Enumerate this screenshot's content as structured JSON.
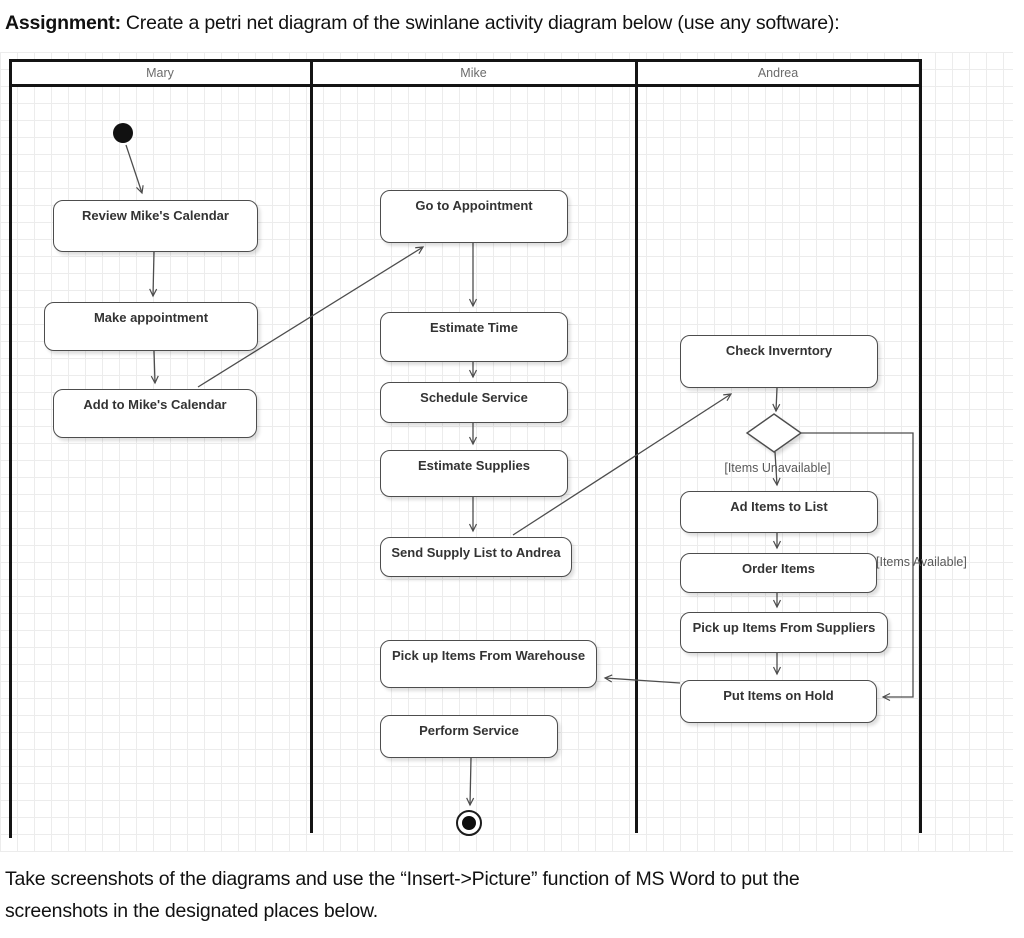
{
  "header": {
    "assignment_label": "Assignment:",
    "assignment_text": "Create a petri net diagram of the swinlane activity diagram below (use any software):"
  },
  "footer": {
    "line1": "Take screenshots of the diagrams and use the “Insert->Picture” function of MS Word to put the",
    "line2": "screenshots in the designated places below."
  },
  "diagram": {
    "lanes": [
      "Mary",
      "Mike",
      "Andrea"
    ],
    "nodes": [
      {
        "id": "start",
        "type": "start",
        "lane": "Mary"
      },
      {
        "id": "review",
        "type": "activity",
        "lane": "Mary",
        "label": "Review Mike's Calendar"
      },
      {
        "id": "make",
        "type": "activity",
        "lane": "Mary",
        "label": "Make appointment"
      },
      {
        "id": "add",
        "type": "activity",
        "lane": "Mary",
        "label": "Add to Mike's Calendar"
      },
      {
        "id": "goto",
        "type": "activity",
        "lane": "Mike",
        "label": "Go to Appointment"
      },
      {
        "id": "esttime",
        "type": "activity",
        "lane": "Mike",
        "label": "Estimate Time"
      },
      {
        "id": "schedule",
        "type": "activity",
        "lane": "Mike",
        "label": "Schedule Service"
      },
      {
        "id": "estsupplies",
        "type": "activity",
        "lane": "Mike",
        "label": "Estimate Supplies"
      },
      {
        "id": "sendlist",
        "type": "activity",
        "lane": "Mike",
        "label": "Send Supply List to Andrea"
      },
      {
        "id": "warehouse",
        "type": "activity",
        "lane": "Mike",
        "label": "Pick up Items From Warehouse"
      },
      {
        "id": "perform",
        "type": "activity",
        "lane": "Mike",
        "label": "Perform Service"
      },
      {
        "id": "checkinv",
        "type": "activity",
        "lane": "Andrea",
        "label": "Check Inverntory"
      },
      {
        "id": "decision",
        "type": "decision",
        "lane": "Andrea"
      },
      {
        "id": "additems",
        "type": "activity",
        "lane": "Andrea",
        "label": "Ad Items to List"
      },
      {
        "id": "order",
        "type": "activity",
        "lane": "Andrea",
        "label": "Order Items"
      },
      {
        "id": "suppliers",
        "type": "activity",
        "lane": "Andrea",
        "label": "Pick up Items From Suppliers"
      },
      {
        "id": "hold",
        "type": "activity",
        "lane": "Andrea",
        "label": "Put Items on Hold"
      },
      {
        "id": "end",
        "type": "end",
        "lane": "Mike"
      }
    ],
    "edge_labels": [
      "[Items Unavailable]",
      "[Items Available]"
    ],
    "edges": [
      {
        "from": "start",
        "to": "review"
      },
      {
        "from": "review",
        "to": "make"
      },
      {
        "from": "make",
        "to": "add"
      },
      {
        "from": "add",
        "to": "goto"
      },
      {
        "from": "goto",
        "to": "esttime"
      },
      {
        "from": "esttime",
        "to": "schedule"
      },
      {
        "from": "schedule",
        "to": "estsupplies"
      },
      {
        "from": "estsupplies",
        "to": "sendlist"
      },
      {
        "from": "sendlist",
        "to": "checkinv"
      },
      {
        "from": "checkinv",
        "to": "decision"
      },
      {
        "from": "decision",
        "to": "additems",
        "label": "[Items Unavailable]"
      },
      {
        "from": "additems",
        "to": "order"
      },
      {
        "from": "order",
        "to": "suppliers"
      },
      {
        "from": "suppliers",
        "to": "hold"
      },
      {
        "from": "decision",
        "to": "hold",
        "label": "[Items Available]"
      },
      {
        "from": "hold",
        "to": "warehouse"
      },
      {
        "from": "warehouse",
        "to": "perform"
      },
      {
        "from": "perform",
        "to": "end"
      }
    ],
    "colors": {
      "frame": "#141414",
      "grid": "#ececec",
      "box_border": "#4d4d4d",
      "box_text": "#333333",
      "lane_text": "#6b6b6b",
      "connector": "#4d4d4d"
    }
  }
}
